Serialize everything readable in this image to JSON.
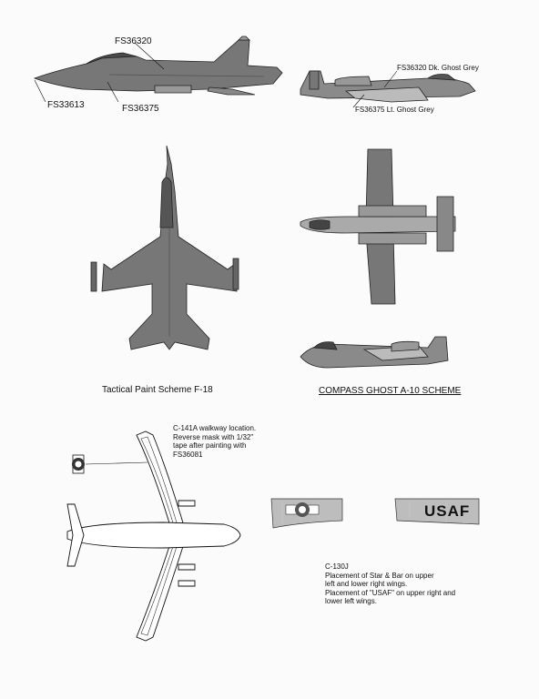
{
  "f18_side": {
    "labels": [
      "FS36320",
      "FS33613",
      "FS36375"
    ]
  },
  "a10_side": {
    "labels": [
      "FS36320 Dk. Ghost Grey",
      "FS36375 Lt. Ghost Grey"
    ]
  },
  "captions": {
    "f18": "Tactical Paint Scheme F-18",
    "a10": "COMPASS GHOST A-10 SCHEME"
  },
  "c141_note": [
    "C-141A walkway location.",
    "Reverse mask with 1/32\"",
    "tape after painting with",
    "FS36081"
  ],
  "c130_note": [
    "C-130J",
    "Placement of Star & Bar on upper",
    "left and lower right wings.",
    "Placement of \"USAF\" on upper right and",
    "lower left wings."
  ],
  "usaf_marking": "USAF",
  "colors": {
    "dark_ghost_grey": "#6b6b6b",
    "light_ghost_grey": "#9a9a9a",
    "line": "#222222"
  }
}
